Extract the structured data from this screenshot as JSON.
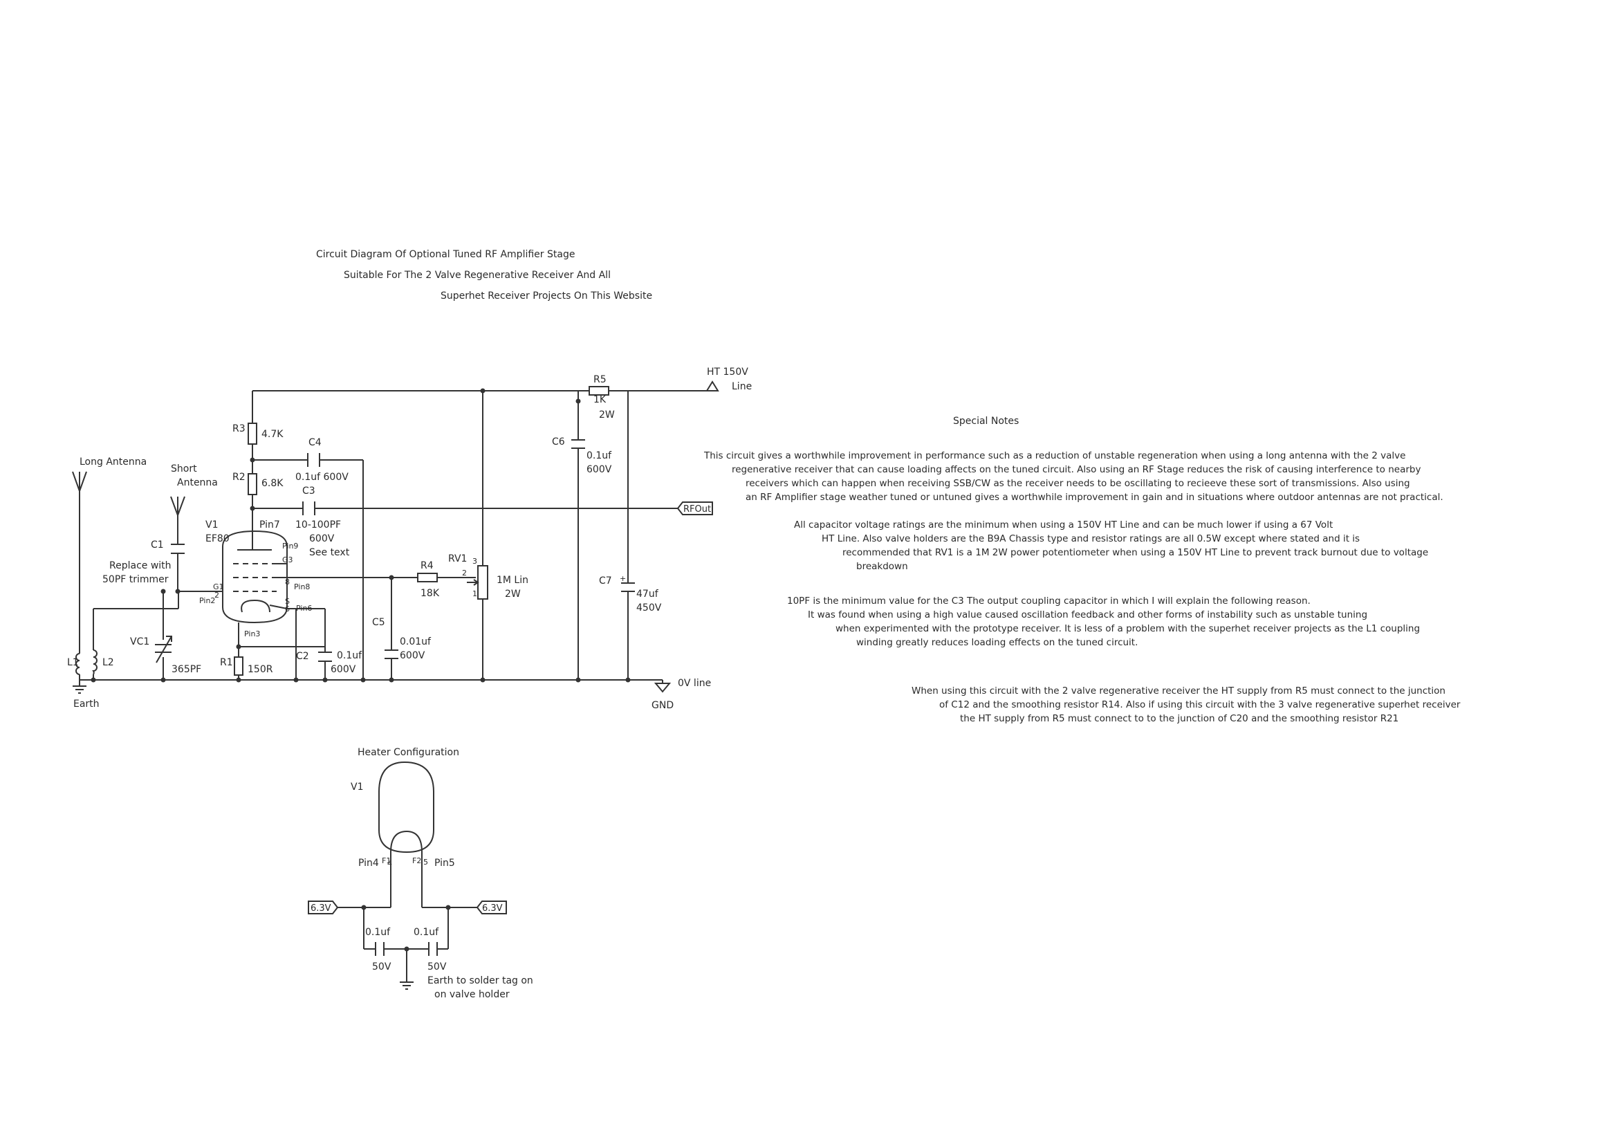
{
  "title_lines": [
    "Circuit Diagram Of Optional Tuned RF Amplifier Stage",
    "Suitable For The 2 Valve Regenerative Receiver And All",
    "Superhet Receiver Projects On This Website"
  ],
  "components": {
    "ht": "HT 150V",
    "ht_line": "Line",
    "r5": "R5",
    "r5_value": "1K",
    "r5_power": "2W",
    "r3": "R3",
    "r3_value": "4.7K",
    "r2": "R2",
    "r2_value": "6.8K",
    "c4": "C4",
    "c4_value": "0.1uf 600V",
    "c3": "C3",
    "c3_value": "10-100PF",
    "c3_voltage": "600V",
    "c3_note": "See text",
    "c6": "C6",
    "c6_value": "0.1uf",
    "c6_voltage": "600V",
    "rfout": "RFOut",
    "long_antenna": "Long Antenna",
    "short_antenna_1": "Short",
    "short_antenna_2": "Antenna",
    "v1": "V1",
    "v1_type": "EF80",
    "c1": "C1",
    "c1_note_1": "Replace with",
    "c1_note_2": "50PF trimmer",
    "pin7": "Pin7",
    "pin9": "Pin9",
    "pin2": "Pin2",
    "pin8": "Pin8",
    "pin6": "Pin6",
    "pin3": "Pin3",
    "g1": "G1",
    "g3": "G3",
    "s": "S",
    "num2": "2",
    "num8": "8",
    "num6": "6",
    "num7": "7",
    "num3": "3",
    "r4": "R4",
    "r4_value": "18K",
    "rv1": "RV1",
    "rv1_value": "1M Lin",
    "rv1_power": "2W",
    "rv1_pin1": "1",
    "rv1_pin2": "2",
    "rv1_pin3": "3",
    "c7": "C7",
    "c7_value": "47uf",
    "c7_voltage": "450V",
    "c7_plus": "+",
    "vc1": "VC1",
    "vc1_value": "365PF",
    "l1": "L1",
    "l2": "L2",
    "r1": "R1",
    "r1_value": "150R",
    "c2": "C2",
    "c2_value": "0.1uf",
    "c2_voltage": "600V",
    "c5": "C5",
    "c5_value": "0.01uf",
    "c5_voltage": "600V",
    "ov_line": "0V line",
    "gnd": "GND",
    "earth": "Earth"
  },
  "heater": {
    "title": "Heater Configuration",
    "v1": "V1",
    "pin4": "Pin4",
    "pin5": "Pin5",
    "f1": "F1",
    "f2": "F2",
    "num4": "4",
    "num5": "5",
    "v_left": "6.3V",
    "v_right": "6.3V",
    "cap1_value": "0.1uf",
    "cap1_voltage": "50V",
    "cap2_value": "0.1uf",
    "cap2_voltage": "50V",
    "earth_1": "Earth to solder tag on",
    "earth_2": "on valve holder"
  },
  "notes": {
    "heading": "Special Notes",
    "para1": [
      "This circuit gives a worthwhile improvement in performance such as a reduction of unstable regeneration when using a long antenna with the 2 valve",
      "regenerative receiver that can cause loading affects on the tuned circuit. Also using an RF Stage reduces the risk of causing interference to nearby",
      "receivers which can happen when  receiving SSB/CW  as the receiver needs to be oscillating to  recieeve these sort of  transmissions. Also using",
      "an RF Amplifier stage weather tuned or untuned gives a worthwhile improvement in gain and in situations where outdoor antennas are not practical."
    ],
    "para2": [
      "All capacitor voltage ratings are the minimum when using a 150V HT Line and can be much lower if using a 67 Volt",
      "HT Line. Also valve holders are the B9A Chassis type and resistor ratings are all 0.5W except where stated and it is",
      "recommended that RV1 is a 1M 2W power potentiometer when using a 150V HT Line to prevent track burnout due to voltage",
      "breakdown"
    ],
    "para3": [
      "10PF is the minimum value for the C3 The output coupling capacitor in which I will explain the following reason.",
      "It was found when using a high value caused oscillation feedback and other forms of instability such as unstable tuning",
      "when experimented with the prototype receiver. It is less of a problem with the superhet receiver projects as the L1 coupling",
      "winding greatly reduces loading effects on the tuned circuit."
    ],
    "para4": [
      "When using this circuit with the 2 valve regenerative receiver the HT supply from R5 must connect to the junction",
      "of C12 and the smoothing resistor R14. Also if using this circuit with the 3 valve regenerative superhet receiver",
      "the HT supply from R5 must connect to to the junction of C20 and the smoothing resistor R21"
    ]
  }
}
